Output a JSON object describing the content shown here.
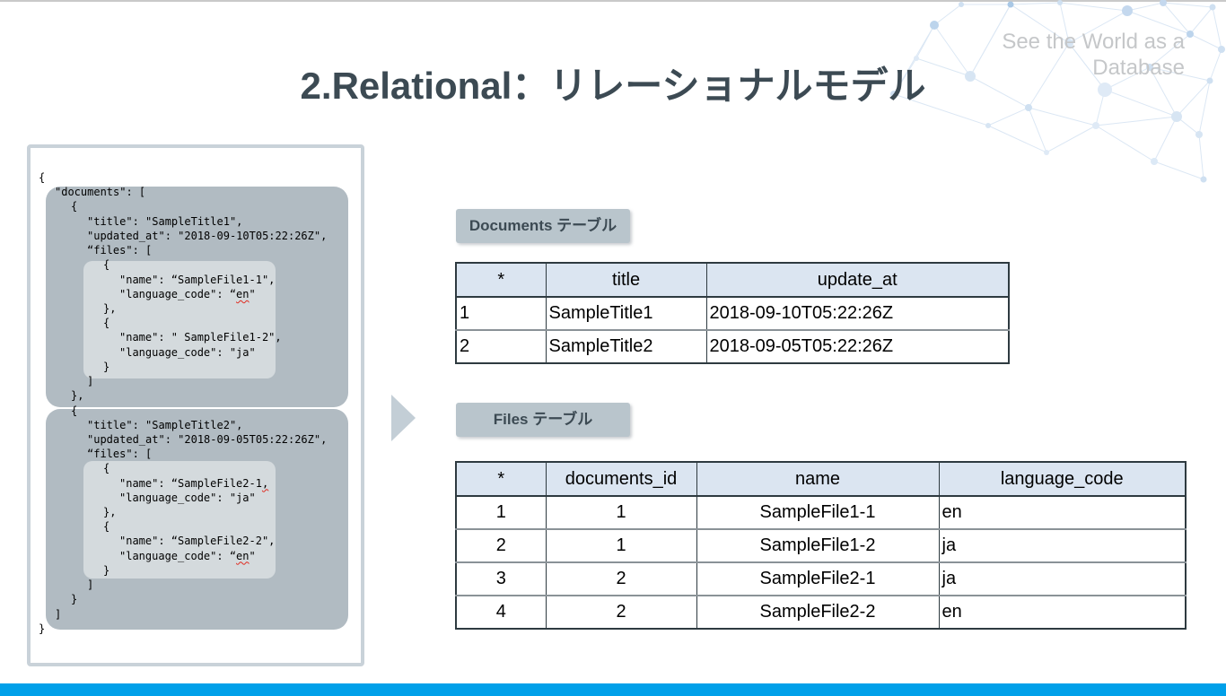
{
  "slide": {
    "title": "2.Relational：リレーショナルモデル",
    "watermark": "See the World as a Database",
    "accent_blue": "#00A0E9",
    "title_color": "#3C4A53",
    "label_bg": "#B9C5CC",
    "table_header_bg": "#DBE5F1",
    "squiggle_color": "#E02B20"
  },
  "json_panel": {
    "lines": [
      {
        "indent": 0,
        "parts": [
          {
            "t": "{"
          }
        ]
      },
      {
        "indent": 1,
        "parts": [
          {
            "t": "\"documents\": ["
          }
        ]
      },
      {
        "indent": 2,
        "parts": [
          {
            "t": "{"
          }
        ]
      },
      {
        "indent": 3,
        "parts": [
          {
            "t": "\"title\": \"SampleTitle1\","
          }
        ]
      },
      {
        "indent": 3,
        "parts": [
          {
            "t": "\"updated_at\": \"2018-09-10T05:22:26Z\","
          }
        ]
      },
      {
        "indent": 3,
        "parts": [
          {
            "t": "“files\": ["
          }
        ]
      },
      {
        "indent": 4,
        "parts": [
          {
            "t": "{"
          }
        ]
      },
      {
        "indent": 5,
        "parts": [
          {
            "t": "\"name\": “SampleFile1-1\","
          }
        ]
      },
      {
        "indent": 5,
        "parts": [
          {
            "t": "\"language_code\": “"
          },
          {
            "t": "en",
            "sq": true
          },
          {
            "t": "\""
          }
        ]
      },
      {
        "indent": 4,
        "parts": [
          {
            "t": "},"
          }
        ]
      },
      {
        "indent": 4,
        "parts": [
          {
            "t": "{"
          }
        ]
      },
      {
        "indent": 5,
        "parts": [
          {
            "t": "\"name\": \" SampleFile1-2\","
          }
        ]
      },
      {
        "indent": 5,
        "parts": [
          {
            "t": "\"language_code\": \"ja\""
          }
        ]
      },
      {
        "indent": 4,
        "parts": [
          {
            "t": "}"
          }
        ]
      },
      {
        "indent": 3,
        "parts": [
          {
            "t": "]"
          }
        ]
      },
      {
        "indent": 2,
        "parts": [
          {
            "t": "},"
          }
        ]
      },
      {
        "indent": 2,
        "parts": [
          {
            "t": "{"
          }
        ]
      },
      {
        "indent": 3,
        "parts": [
          {
            "t": "\"title\": \"SampleTitle2\","
          }
        ]
      },
      {
        "indent": 3,
        "parts": [
          {
            "t": "\"updated_at\": \"2018-09-05T05:22:26Z\","
          }
        ]
      },
      {
        "indent": 3,
        "parts": [
          {
            "t": "“files\": ["
          }
        ]
      },
      {
        "indent": 4,
        "parts": [
          {
            "t": "{"
          }
        ]
      },
      {
        "indent": 5,
        "parts": [
          {
            "t": "\"name\": “SampleFile2-1"
          },
          {
            "t": ",",
            "sq": true
          }
        ]
      },
      {
        "indent": 5,
        "parts": [
          {
            "t": "\"language_code\": \"ja\""
          }
        ]
      },
      {
        "indent": 4,
        "parts": [
          {
            "t": "},"
          }
        ]
      },
      {
        "indent": 4,
        "parts": [
          {
            "t": "{"
          }
        ]
      },
      {
        "indent": 5,
        "parts": [
          {
            "t": "\"name\": “SampleFile2-2\","
          }
        ]
      },
      {
        "indent": 5,
        "parts": [
          {
            "t": "\"language_code\": “"
          },
          {
            "t": "en",
            "sq": true
          },
          {
            "t": "\""
          }
        ]
      },
      {
        "indent": 4,
        "parts": [
          {
            "t": "}"
          }
        ]
      },
      {
        "indent": 3,
        "parts": [
          {
            "t": "]"
          }
        ]
      },
      {
        "indent": 2,
        "parts": [
          {
            "t": "}"
          }
        ]
      },
      {
        "indent": 1,
        "parts": [
          {
            "t": "]"
          }
        ]
      },
      {
        "indent": 0,
        "parts": [
          {
            "t": "}"
          }
        ]
      }
    ]
  },
  "documents_section": {
    "label": "Documents テーブル",
    "table": {
      "headers": [
        "*",
        "title",
        "update_at"
      ],
      "rows": [
        [
          "1",
          "SampleTitle1",
          "2018-09-10T05:22:26Z"
        ],
        [
          "2",
          "SampleTitle2",
          "2018-09-05T05:22:26Z"
        ]
      ]
    }
  },
  "files_section": {
    "label": "Files テーブル",
    "table": {
      "headers": [
        "*",
        "documents_id",
        "name",
        "language_code"
      ],
      "rows": [
        [
          "1",
          "1",
          "SampleFile1-1",
          "en"
        ],
        [
          "2",
          "1",
          "SampleFile1-2",
          "ja"
        ],
        [
          "3",
          "2",
          "SampleFile2-1",
          "ja"
        ],
        [
          "4",
          "2",
          "SampleFile2-2",
          "en"
        ]
      ]
    }
  }
}
